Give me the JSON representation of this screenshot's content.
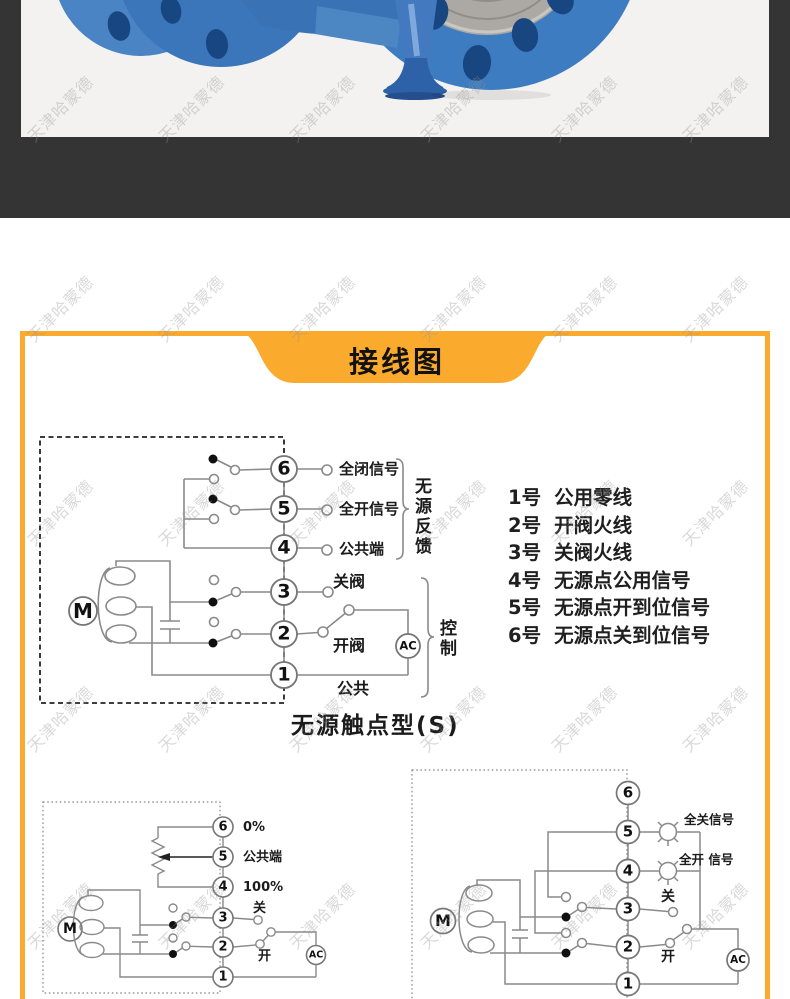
{
  "watermark": {
    "text": "天津哈蒙德",
    "rows": [
      108,
      308,
      512,
      718,
      915
    ],
    "cols": [
      65,
      196,
      327,
      458,
      589,
      720
    ]
  },
  "header_tab": {
    "title": "接线图"
  },
  "colors": {
    "accent": "#FAAB2E",
    "dark_bar": "#343434",
    "photo_bg": "#F3F2F1",
    "wire": "#8A8A8A",
    "valve_blue": "#3E7CC1",
    "bolt_hole_blue": "#174680"
  },
  "diagram_main": {
    "terminals": [
      "6",
      "5",
      "4",
      "3",
      "2",
      "1"
    ],
    "label_full_close_signal": "全闭信号",
    "label_full_open_signal": "全开信号",
    "label_common_terminal": "公共端",
    "label_close_valve": "关阀",
    "label_open_valve": "开阀",
    "label_common": "公共",
    "group_feedback": "无源反馈",
    "group_control": "控制",
    "motor": "M",
    "ac": "AC",
    "caption": "无源触点型(S)"
  },
  "legend": {
    "items": [
      {
        "num": "1号",
        "text": "公用零线"
      },
      {
        "num": "2号",
        "text": "开阀火线"
      },
      {
        "num": "3号",
        "text": "关阀火线"
      },
      {
        "num": "4号",
        "text": "无源点公用信号"
      },
      {
        "num": "5号",
        "text": "无源点开到位信号"
      },
      {
        "num": "6号",
        "text": "无源点关到位信号"
      }
    ]
  },
  "diagram_pot": {
    "terminals": [
      "6",
      "5",
      "4",
      "3",
      "2",
      "1"
    ],
    "label_0": "0%",
    "label_common": "公共端",
    "label_100": "100%",
    "label_close": "关",
    "label_open": "开",
    "motor": "M",
    "ac": "AC"
  },
  "diagram_lamp": {
    "terminals": [
      "6",
      "5",
      "4",
      "3",
      "2",
      "1"
    ],
    "label_full_close_signal": "全关信号",
    "label_full_open_signal": "全开 信号",
    "label_close": "关",
    "label_open": "开",
    "motor": "M",
    "ac": "AC"
  }
}
